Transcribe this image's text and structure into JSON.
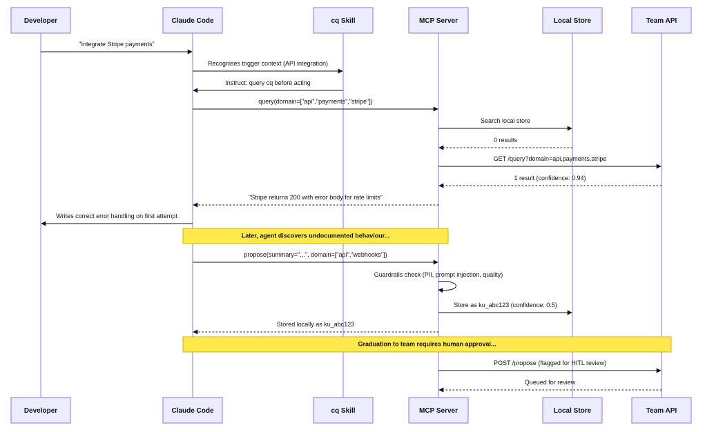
{
  "participants": [
    {
      "id": "dev",
      "label": "Developer"
    },
    {
      "id": "cc",
      "label": "Claude Code"
    },
    {
      "id": "cq",
      "label": "cq Skill"
    },
    {
      "id": "mcp",
      "label": "MCP Server"
    },
    {
      "id": "local",
      "label": "Local Store"
    },
    {
      "id": "team",
      "label": "Team API"
    }
  ],
  "steps": [
    {
      "kind": "message",
      "from": "dev",
      "to": "cc",
      "label": "\"Integrate Stripe payments\"",
      "style": "solid"
    },
    {
      "kind": "message",
      "from": "cc",
      "to": "cq",
      "label": "Recognises trigger context (API integration)",
      "style": "solid"
    },
    {
      "kind": "message",
      "from": "cq",
      "to": "cc",
      "label": "Instruct: query cq before acting",
      "style": "solid"
    },
    {
      "kind": "message",
      "from": "cc",
      "to": "mcp",
      "label": "query(domain=[\"api\",\"payments\",\"stripe\"])",
      "style": "solid"
    },
    {
      "kind": "message",
      "from": "mcp",
      "to": "local",
      "label": "Search local store",
      "style": "solid"
    },
    {
      "kind": "message",
      "from": "local",
      "to": "mcp",
      "label": "0 results",
      "style": "dashed"
    },
    {
      "kind": "message",
      "from": "mcp",
      "to": "team",
      "label": "GET /query?domain=api,payments,stripe",
      "style": "solid"
    },
    {
      "kind": "message",
      "from": "team",
      "to": "mcp",
      "label": "1 result (confidence: 0.94)",
      "style": "dashed"
    },
    {
      "kind": "message",
      "from": "mcp",
      "to": "cc",
      "label": "\"Stripe returns 200 with error body for rate limits\"",
      "style": "dashed"
    },
    {
      "kind": "message",
      "from": "cc",
      "to": "dev",
      "label": "Writes correct error handling on first attempt",
      "style": "solid"
    },
    {
      "kind": "note",
      "from": "cc",
      "to": "mcp",
      "label": "Later, agent discovers undocumented behaviour..."
    },
    {
      "kind": "message",
      "from": "cc",
      "to": "mcp",
      "label": "propose(summary=\"...\", domain=[\"api\",\"webhooks\"])",
      "style": "solid"
    },
    {
      "kind": "self",
      "from": "mcp",
      "to": "mcp",
      "label": "Guardrails check (PII, prompt injection, quality)",
      "style": "solid"
    },
    {
      "kind": "message",
      "from": "mcp",
      "to": "local",
      "label": "Store as ku_abc123 (confidence: 0.5)",
      "style": "solid"
    },
    {
      "kind": "message",
      "from": "mcp",
      "to": "cc",
      "label": "Stored locally as ku_abc123",
      "style": "dashed"
    },
    {
      "kind": "note",
      "from": "cc",
      "to": "team",
      "label": "Graduation to team requires human approval..."
    },
    {
      "kind": "message",
      "from": "mcp",
      "to": "team",
      "label": "POST /propose (flagged for HITL review)",
      "style": "solid"
    },
    {
      "kind": "message",
      "from": "team",
      "to": "mcp",
      "label": "Queued for review",
      "style": "dashed"
    }
  ],
  "colors": {
    "actor_fill": "#ECECFF",
    "actor_border": "#9370DB",
    "lifeline": "#9370DB",
    "note_fill": "#FFE94F",
    "note_border": "#C9B400",
    "text": "#111111"
  }
}
